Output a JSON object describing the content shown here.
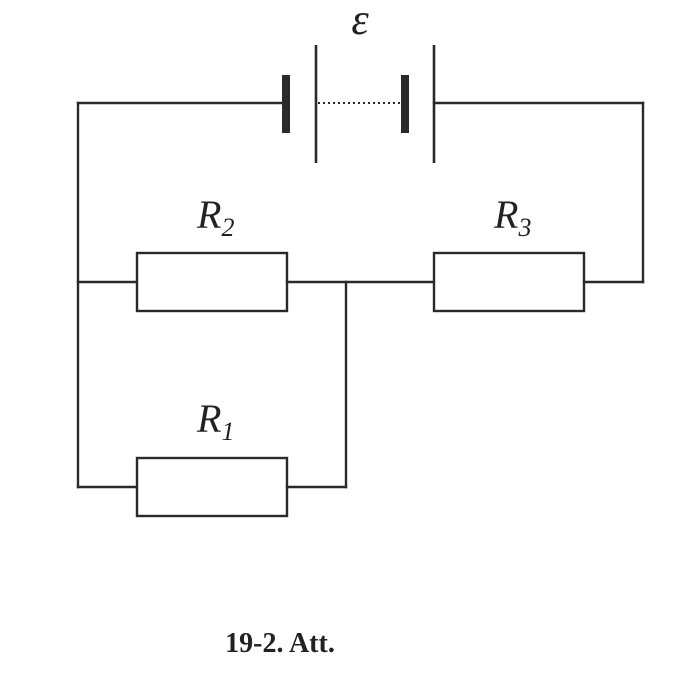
{
  "emf_symbol": "ε",
  "resistors": {
    "r1": {
      "letter": "R",
      "subscript": "1"
    },
    "r2": {
      "letter": "R",
      "subscript": "2"
    },
    "r3": {
      "letter": "R",
      "subscript": "3"
    }
  },
  "caption": "19-2. Att."
}
